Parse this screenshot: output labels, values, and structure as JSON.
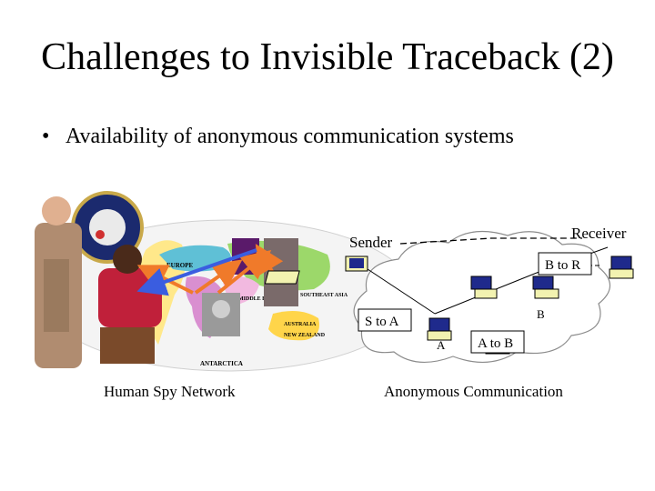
{
  "slide": {
    "title": "Challenges to Invisible Traceback (2)",
    "bullet": "Availability of anonymous communication systems",
    "bullet_marker": "•"
  },
  "left_figure": {
    "caption": "Human Spy Network",
    "map_labels": {
      "europe": "EUROPE",
      "middle_east": "MIDDLE EAST",
      "southeast_asia": "SOUTHEAST ASIA",
      "australia": "AUSTRALIA",
      "new_zealand": "NEW ZEALAND",
      "antarctica": "ANTARCTICA"
    }
  },
  "right_figure": {
    "caption": "Anonymous Communication",
    "labels": {
      "sender": "Sender",
      "receiver": "Receiver",
      "b_to_r": "B to R",
      "s_to_a": "S to A",
      "a_to_b": "A to B",
      "node_a": "A",
      "node_b": "B"
    }
  },
  "colors": {
    "cloud_fill": "#ffffff",
    "cloud_stroke": "#8c8c8c",
    "arrow_orange": "#f07a2a",
    "arrow_blue": "#3a5de0",
    "laptop_screen": "#1f2a8c",
    "laptop_body": "#f2f2b0"
  }
}
